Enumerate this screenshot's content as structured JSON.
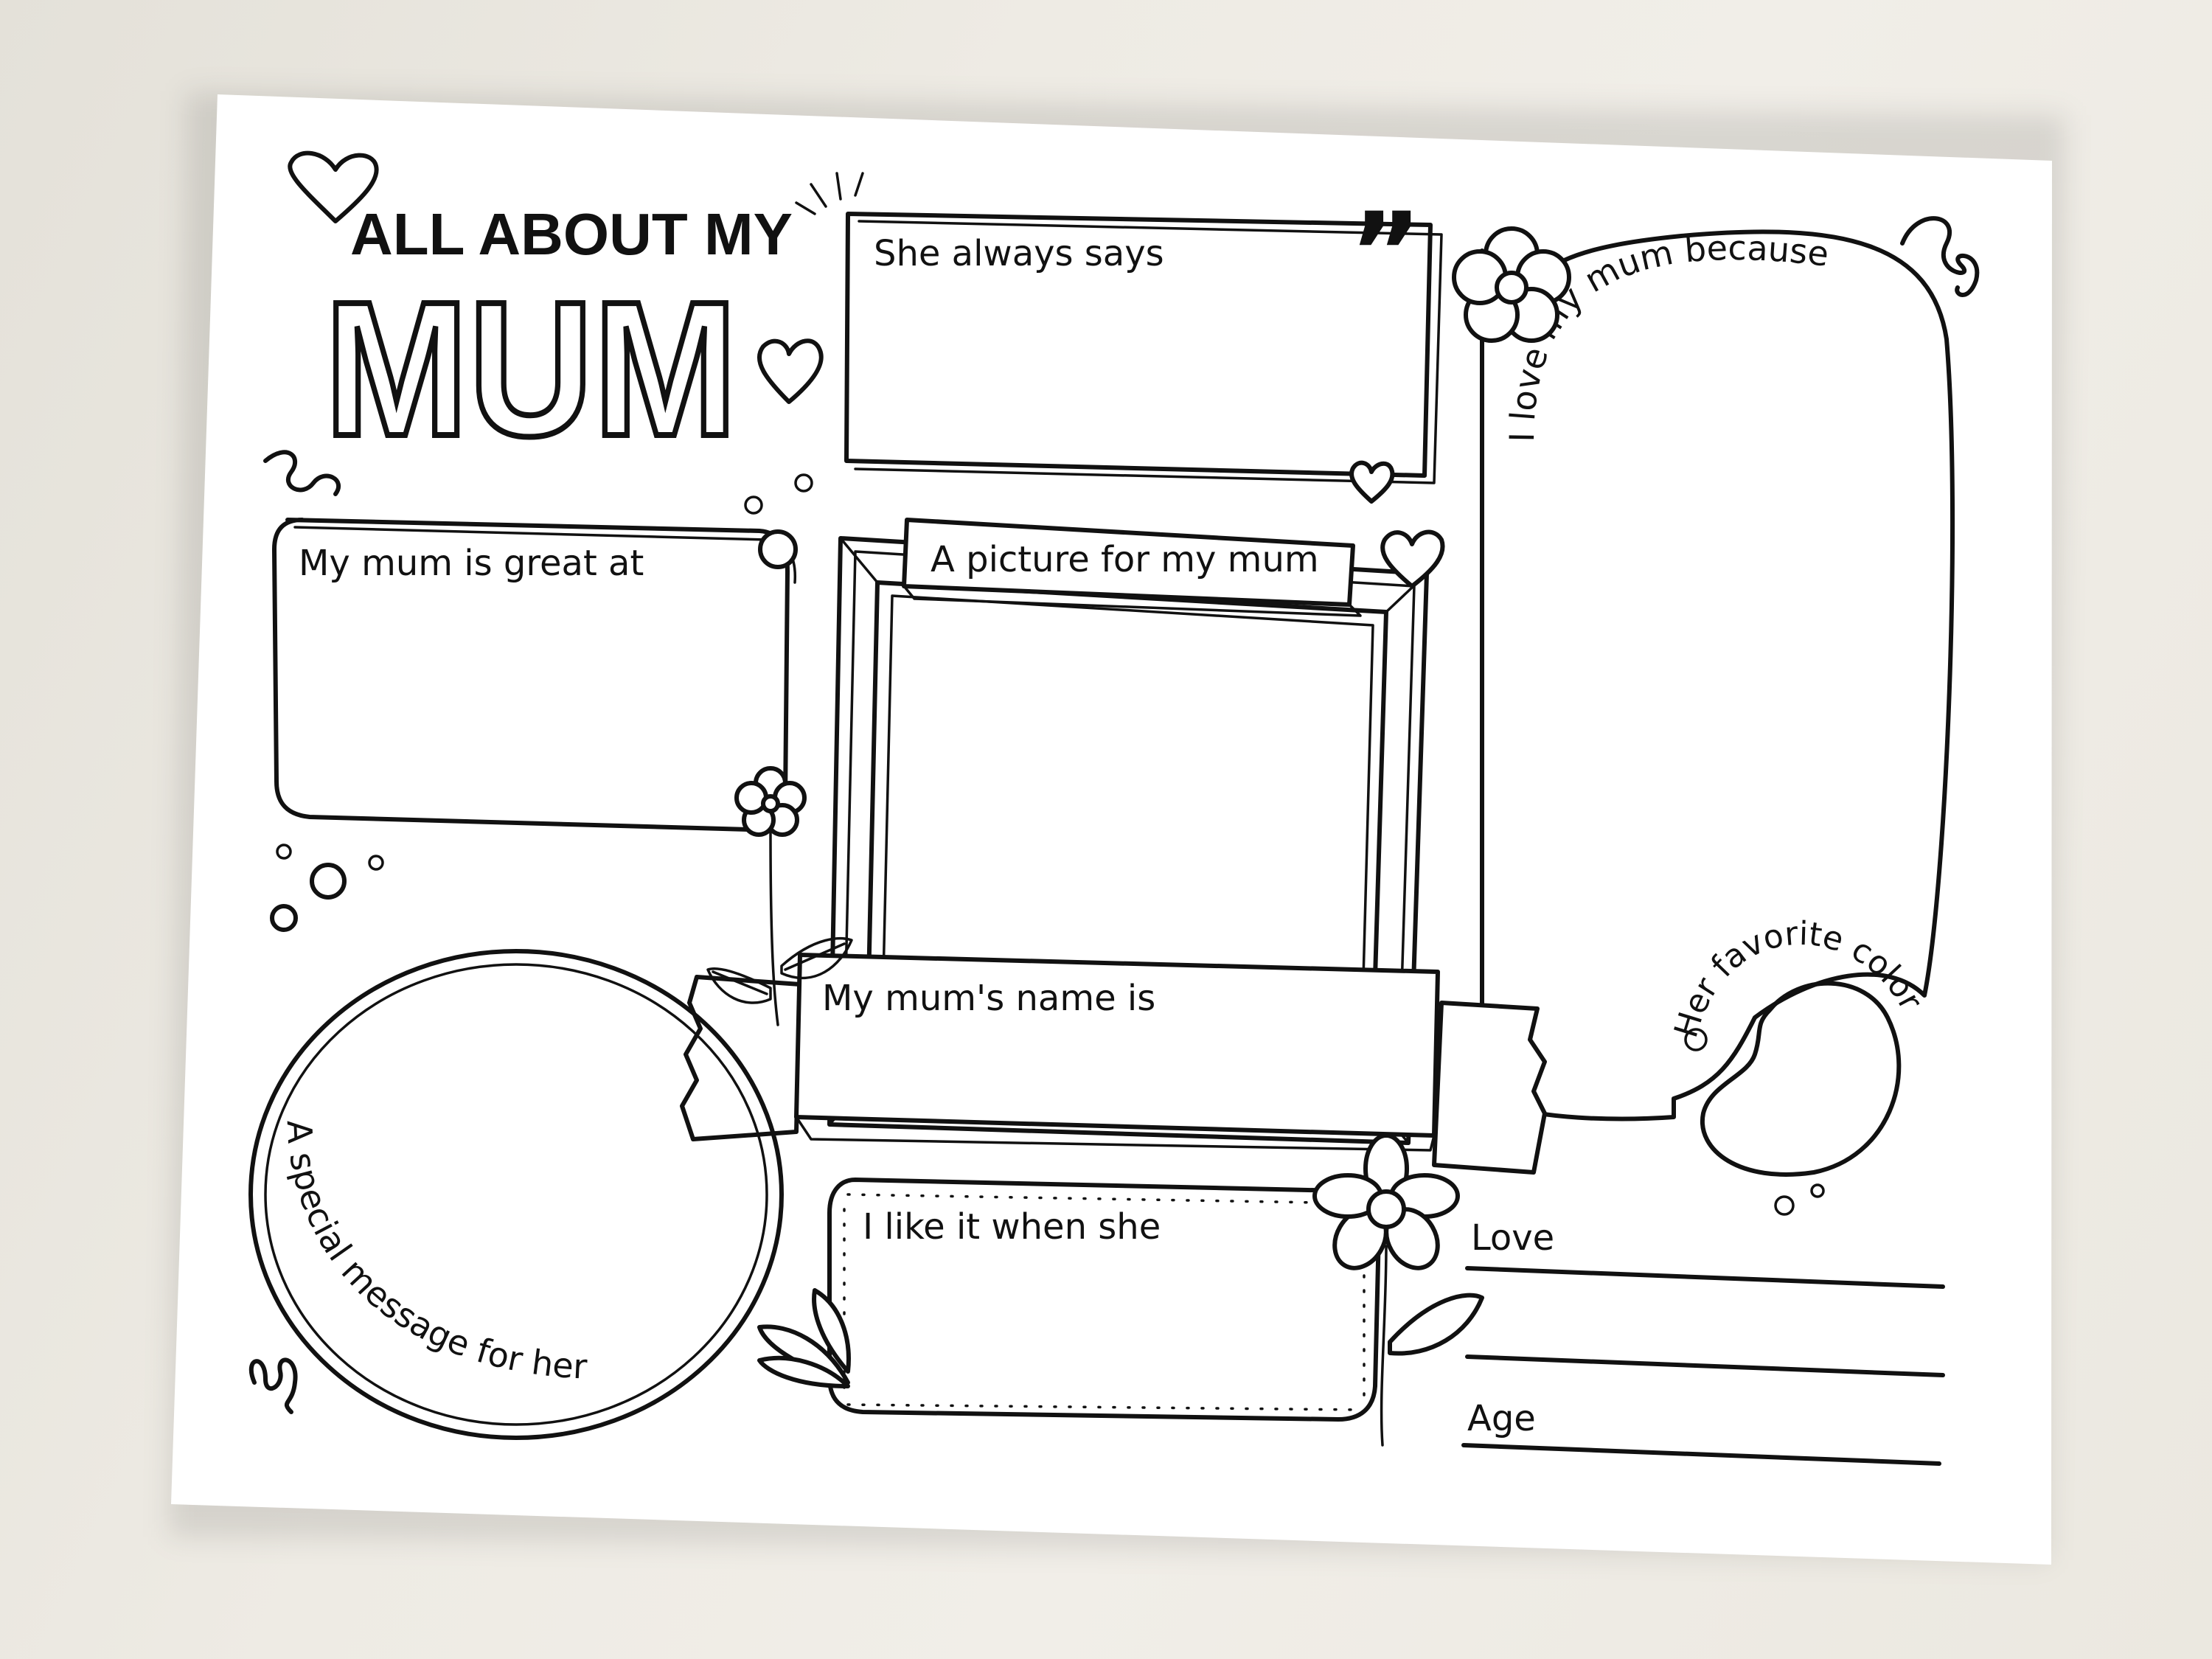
{
  "header": {
    "title_line1": "ALL ABOUT MY",
    "title_line2": "MUM"
  },
  "boxes": {
    "always_says": "She always says",
    "great_at": "My mum is great at",
    "picture": "A picture for my mum",
    "name": "My mum's name is",
    "special_message": "A special message for her",
    "like_when": "I like it when she",
    "love_because": "I love my mum because",
    "favorite_color": "Her favorite color"
  },
  "lines": {
    "love": "Love",
    "age": "Age"
  },
  "icons": [
    "heart-icon",
    "flower-icon",
    "leaf-icon",
    "quote-icon",
    "squiggle-icon",
    "bubble-icon"
  ]
}
